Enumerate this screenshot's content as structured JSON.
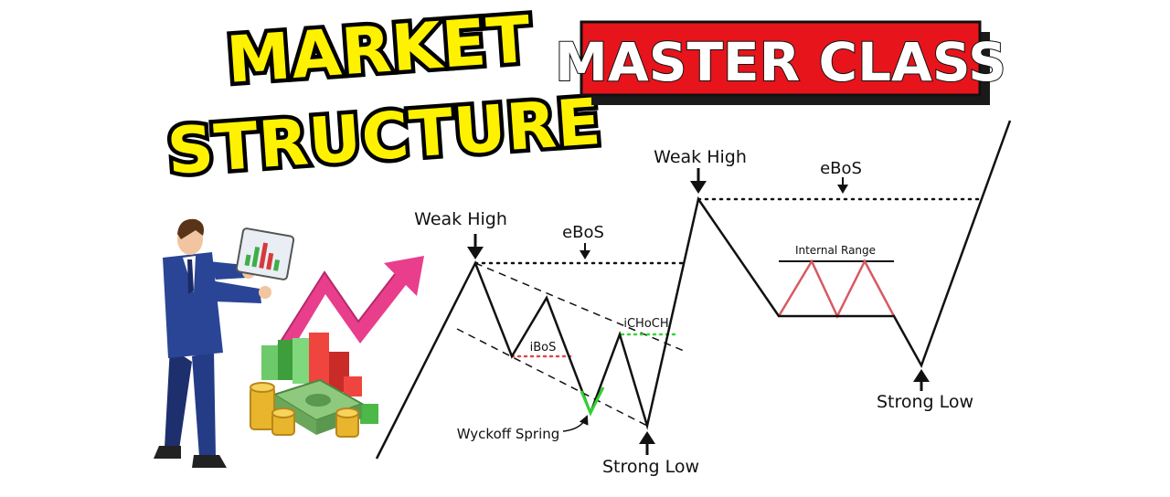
{
  "title": {
    "line1": "MARKET",
    "line2": "STRUCTURE",
    "badge": "MASTER CLASS"
  },
  "labels": {
    "weak_high_left": "Weak High",
    "weak_high_right": "Weak High",
    "ebos_left": "eBoS",
    "ebos_right": "eBoS",
    "ibos": "iBoS",
    "ichoch": "iCHoCH",
    "wyckoff_spring": "Wyckoff Spring",
    "strong_low_left": "Strong Low",
    "strong_low_right": "Strong Low",
    "internal_range": "Internal Range"
  },
  "colors": {
    "title_yellow": "#fff200",
    "badge_red": "#e8141b",
    "price_line": "#111111",
    "ibos_red": "#e0474f",
    "ichoch_green": "#39d639",
    "spring_green": "#2fd12f",
    "range_red": "#d85a62",
    "arrow_pink": "#e93e8c"
  },
  "illustration": {
    "figure": "businessman-with-tablet",
    "objects": [
      "pink-up-arrow",
      "bar-chart-blocks",
      "coin-stacks",
      "money-stack"
    ]
  }
}
